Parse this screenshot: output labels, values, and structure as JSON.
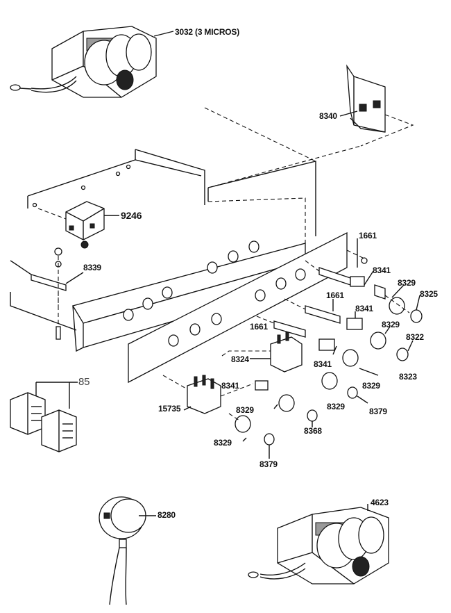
{
  "labels": {
    "p3032": "3032 (3 MICROS)",
    "p8340": "8340",
    "p9246": "9246",
    "p1661a": "1661",
    "p8339": "8339",
    "p8341a": "8341",
    "p8329a": "8329",
    "p8325": "8325",
    "p1661b": "1661",
    "p8341b": "8341",
    "p8329b": "8329",
    "p1661c": "1661",
    "p8322": "8322",
    "p8324": "8324",
    "p8341c": "8341",
    "p8323": "8323",
    "p8329c": "8329",
    "p85": "85",
    "p8341d": "8341",
    "p8329d": "8329",
    "p8379a": "8379",
    "p15735": "15735",
    "p8329e": "8329",
    "p8368": "8368",
    "p8329f": "8329",
    "p8379b": "8379",
    "p8280": "8280",
    "p4623": "4623"
  }
}
